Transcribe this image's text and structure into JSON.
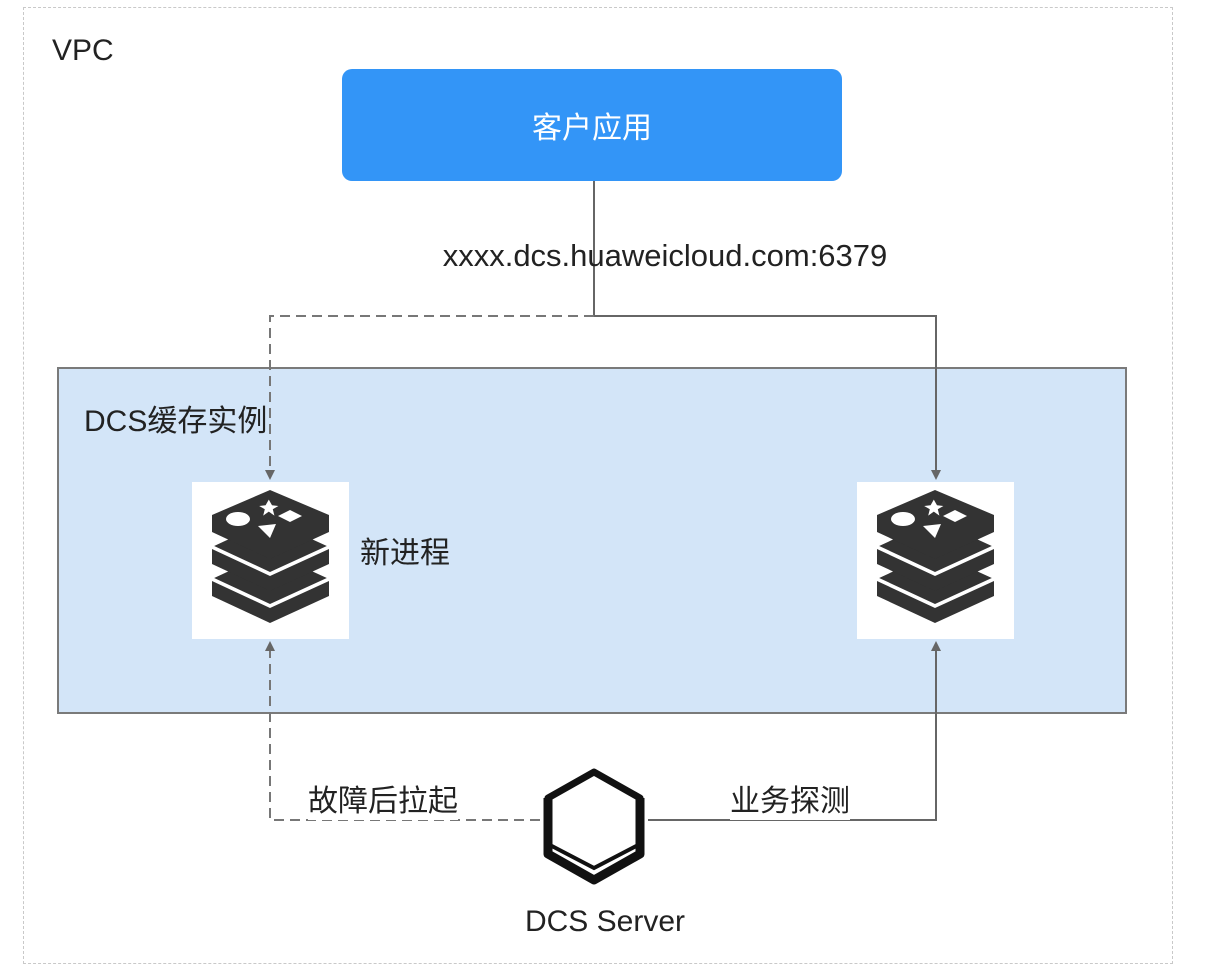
{
  "vpc": {
    "label": "VPC"
  },
  "client_app": {
    "label": "客户应用",
    "color": "#3395f7"
  },
  "endpoint": {
    "label": "xxxx.dcs.huaweicloud.com:6379"
  },
  "dcs_instance": {
    "label": "DCS缓存实例",
    "background": "#d3e5f8",
    "new_process_label": "新进程",
    "nodes": [
      {
        "icon": "redis-icon",
        "role": "new-process"
      },
      {
        "icon": "redis-icon",
        "role": "current-process"
      }
    ]
  },
  "dcs_server": {
    "label": "DCS Server",
    "icon": "hexagon-server-icon",
    "restart_label": "故障后拉起",
    "probe_label": "业务探测"
  },
  "connectors": [
    {
      "from": "client_app",
      "to": "new-process",
      "style": "dashed"
    },
    {
      "from": "client_app",
      "to": "current-process",
      "style": "solid"
    },
    {
      "from": "dcs_server",
      "to": "new-process",
      "style": "dashed",
      "label": "故障后拉起"
    },
    {
      "from": "dcs_server",
      "to": "current-process",
      "style": "solid",
      "label": "业务探测"
    }
  ]
}
